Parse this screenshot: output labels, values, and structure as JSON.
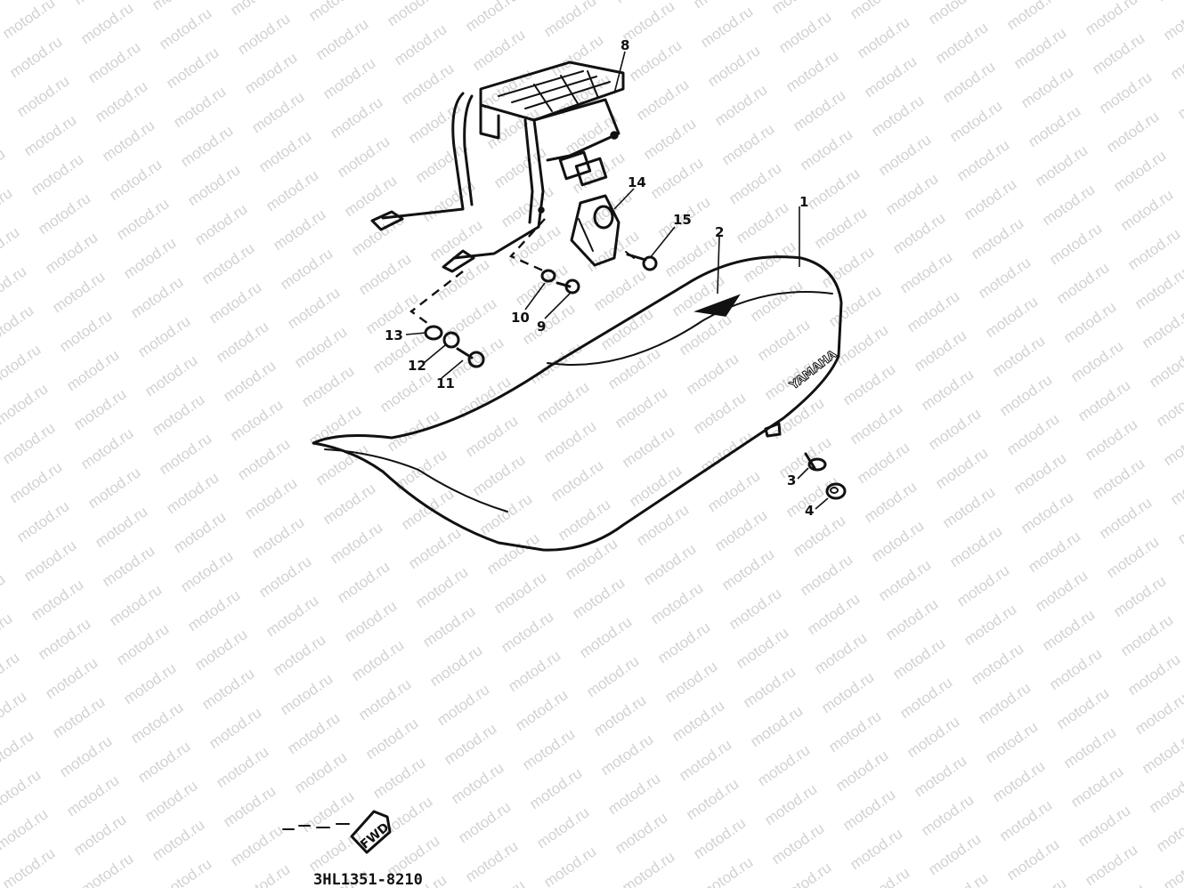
{
  "watermark": {
    "text": "motod.ru"
  },
  "diagram": {
    "brand_text": "YAMAHA",
    "fwd_label": "FWD",
    "part_code": "3HL1351-8210"
  },
  "callouts": [
    {
      "id": "c1",
      "label": "1"
    },
    {
      "id": "c2",
      "label": "2"
    },
    {
      "id": "c3",
      "label": "3"
    },
    {
      "id": "c4",
      "label": "4"
    },
    {
      "id": "c8",
      "label": "8"
    },
    {
      "id": "c9",
      "label": "9"
    },
    {
      "id": "c10",
      "label": "10"
    },
    {
      "id": "c11",
      "label": "11"
    },
    {
      "id": "c12",
      "label": "12"
    },
    {
      "id": "c13",
      "label": "13"
    },
    {
      "id": "c14",
      "label": "14"
    },
    {
      "id": "c15",
      "label": "15"
    }
  ]
}
